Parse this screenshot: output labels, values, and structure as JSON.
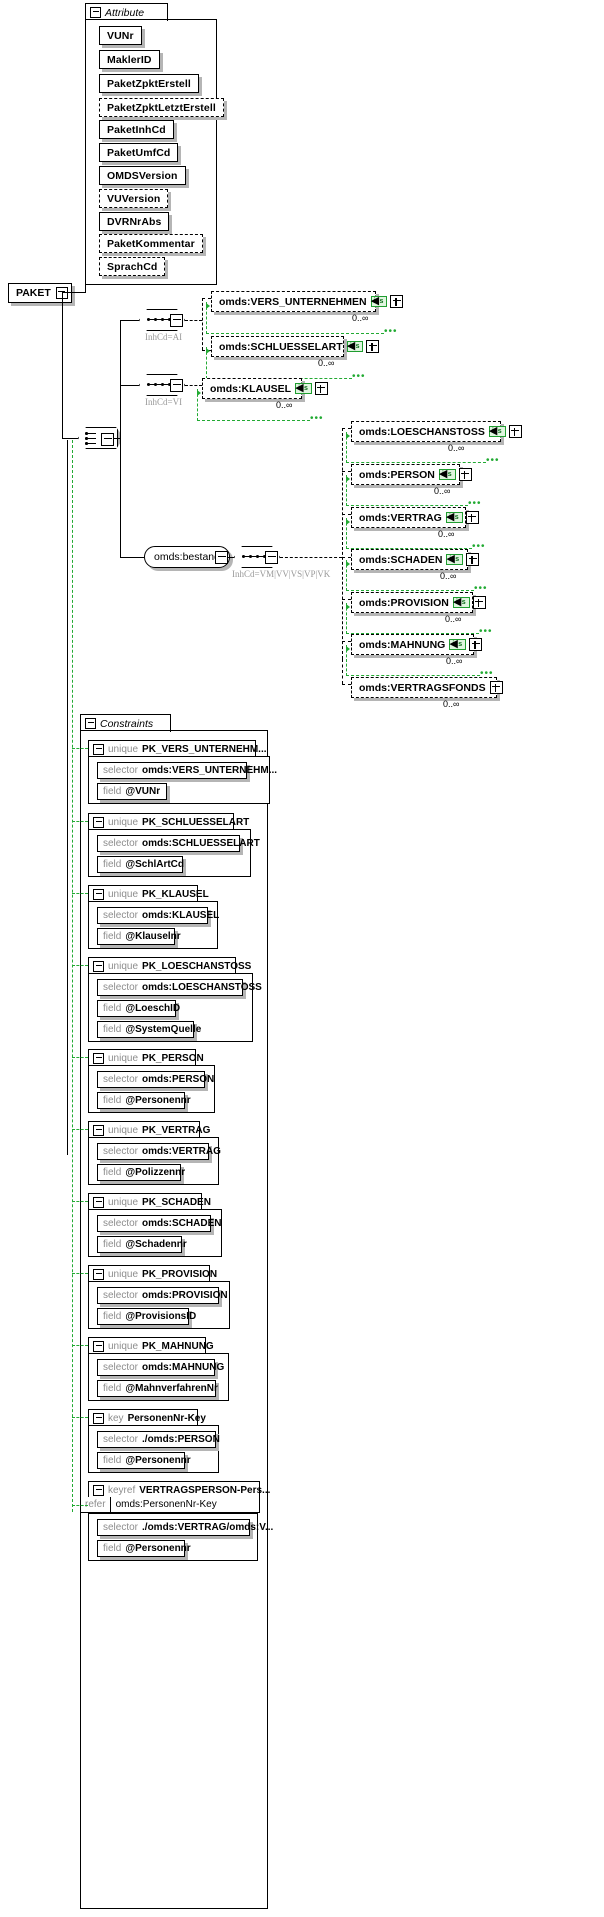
{
  "diagram": {
    "type": "xml-schema-diagram",
    "root_element": "PAKET"
  },
  "attribute_group": {
    "title": "Attribute",
    "toggle": "collapse-toggle",
    "items": [
      {
        "name": "VUNr",
        "optional": false
      },
      {
        "name": "MaklerID",
        "optional": false
      },
      {
        "name": "PaketZpktErstell",
        "optional": false
      },
      {
        "name": "PaketZpktLetztErstell",
        "optional": true
      },
      {
        "name": "PaketInhCd",
        "optional": false
      },
      {
        "name": "PaketUmfCd",
        "optional": false
      },
      {
        "name": "OMDSVersion",
        "optional": false
      },
      {
        "name": "VUVersion",
        "optional": true
      },
      {
        "name": "DVRNrAbs",
        "optional": false
      },
      {
        "name": "PaketKommentar",
        "optional": true
      },
      {
        "name": "SprachCd",
        "optional": true
      }
    ]
  },
  "content_model": {
    "choice_label": "choice",
    "branches": [
      {
        "compositor": "sequence",
        "annotation": "InhCd=AI",
        "elements": [
          {
            "name": "omds:VERS_UNTERNEHMEN",
            "badge": "i s",
            "cardinality": "0..∞"
          },
          {
            "name": "omds:SCHLUESSELART",
            "badge": "i s",
            "cardinality": "0..∞"
          }
        ]
      },
      {
        "compositor": "sequence",
        "annotation": "InhCd=VI",
        "elements": [
          {
            "name": "omds:KLAUSEL",
            "badge": "i s",
            "cardinality": "0..∞"
          }
        ]
      },
      {
        "compositor": "group",
        "group_name": "omds:bestand",
        "annotation": "InhCd=VM|VV|VS|VP|VK",
        "elements": [
          {
            "name": "omds:LOESCHANSTOSS",
            "badge": "i s",
            "cardinality": "0..∞"
          },
          {
            "name": "omds:PERSON",
            "badge": "i s",
            "cardinality": "0..∞"
          },
          {
            "name": "omds:VERTRAG",
            "badge": "i s",
            "cardinality": "0..∞"
          },
          {
            "name": "omds:SCHADEN",
            "badge": "i s",
            "cardinality": "0..∞"
          },
          {
            "name": "omds:PROVISION",
            "badge": "i s",
            "cardinality": "0..∞"
          },
          {
            "name": "omds:MAHNUNG",
            "badge": "i s",
            "cardinality": "0..∞"
          },
          {
            "name": "omds:VERTRAGSFONDS",
            "badge": "",
            "cardinality": "0..∞"
          }
        ]
      }
    ]
  },
  "constraints_group": {
    "title": "Constraints",
    "labels": {
      "unique": "unique",
      "key": "key",
      "keyref": "keyref",
      "selector": "selector",
      "field": "field",
      "refer": "refer"
    },
    "items": [
      {
        "kind": "unique",
        "name": "PK_VERS_UNTERNEHM...",
        "selector": "omds:VERS_UNTERNEHM...",
        "fields": [
          "@VUNr"
        ]
      },
      {
        "kind": "unique",
        "name": "PK_SCHLUESSELART",
        "selector": "omds:SCHLUESSELART",
        "fields": [
          "@SchlArtCd"
        ]
      },
      {
        "kind": "unique",
        "name": "PK_KLAUSEL",
        "selector": "omds:KLAUSEL",
        "fields": [
          "@Klauselnr"
        ]
      },
      {
        "kind": "unique",
        "name": "PK_LOESCHANSTOSS",
        "selector": "omds:LOESCHANSTOSS",
        "fields": [
          "@LoeschID",
          "@SystemQuelle"
        ]
      },
      {
        "kind": "unique",
        "name": "PK_PERSON",
        "selector": "omds:PERSON",
        "fields": [
          "@Personennr"
        ]
      },
      {
        "kind": "unique",
        "name": "PK_VERTRAG",
        "selector": "omds:VERTRAG",
        "fields": [
          "@Polizzennr"
        ]
      },
      {
        "kind": "unique",
        "name": "PK_SCHADEN",
        "selector": "omds:SCHADEN",
        "fields": [
          "@Schadennr"
        ]
      },
      {
        "kind": "unique",
        "name": "PK_PROVISION",
        "selector": "omds:PROVISION",
        "fields": [
          "@ProvisionsID"
        ]
      },
      {
        "kind": "unique",
        "name": "PK_MAHNUNG",
        "selector": "omds:MAHNUNG",
        "fields": [
          "@MahnverfahrenNr"
        ]
      },
      {
        "kind": "key",
        "name": "PersonenNr-Key",
        "selector": "./omds:PERSON",
        "fields": [
          "@Personennr"
        ]
      },
      {
        "kind": "keyref",
        "name": "VERTRAGSPERSON-Pers...",
        "refer": "omds:PersonenNr-Key",
        "selector": "./omds:VERTRAG/omds:V...",
        "fields": [
          "@Personennr"
        ]
      }
    ]
  }
}
